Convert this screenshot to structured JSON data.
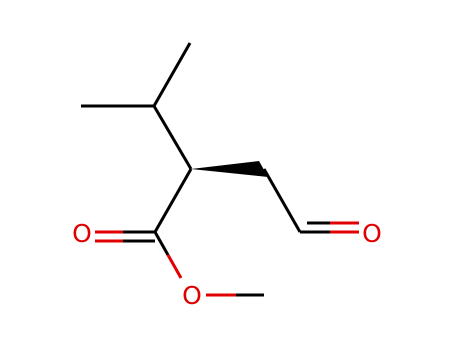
{
  "structure": {
    "colors": {
      "bond": "#000000",
      "oxygen": "#e00000",
      "background": "#ffffff"
    },
    "atoms": {
      "carbonyl_oxygen": {
        "label": "O"
      },
      "ester_oxygen": {
        "label": "O"
      },
      "aldehyde_oxygen": {
        "label": "O"
      }
    }
  }
}
